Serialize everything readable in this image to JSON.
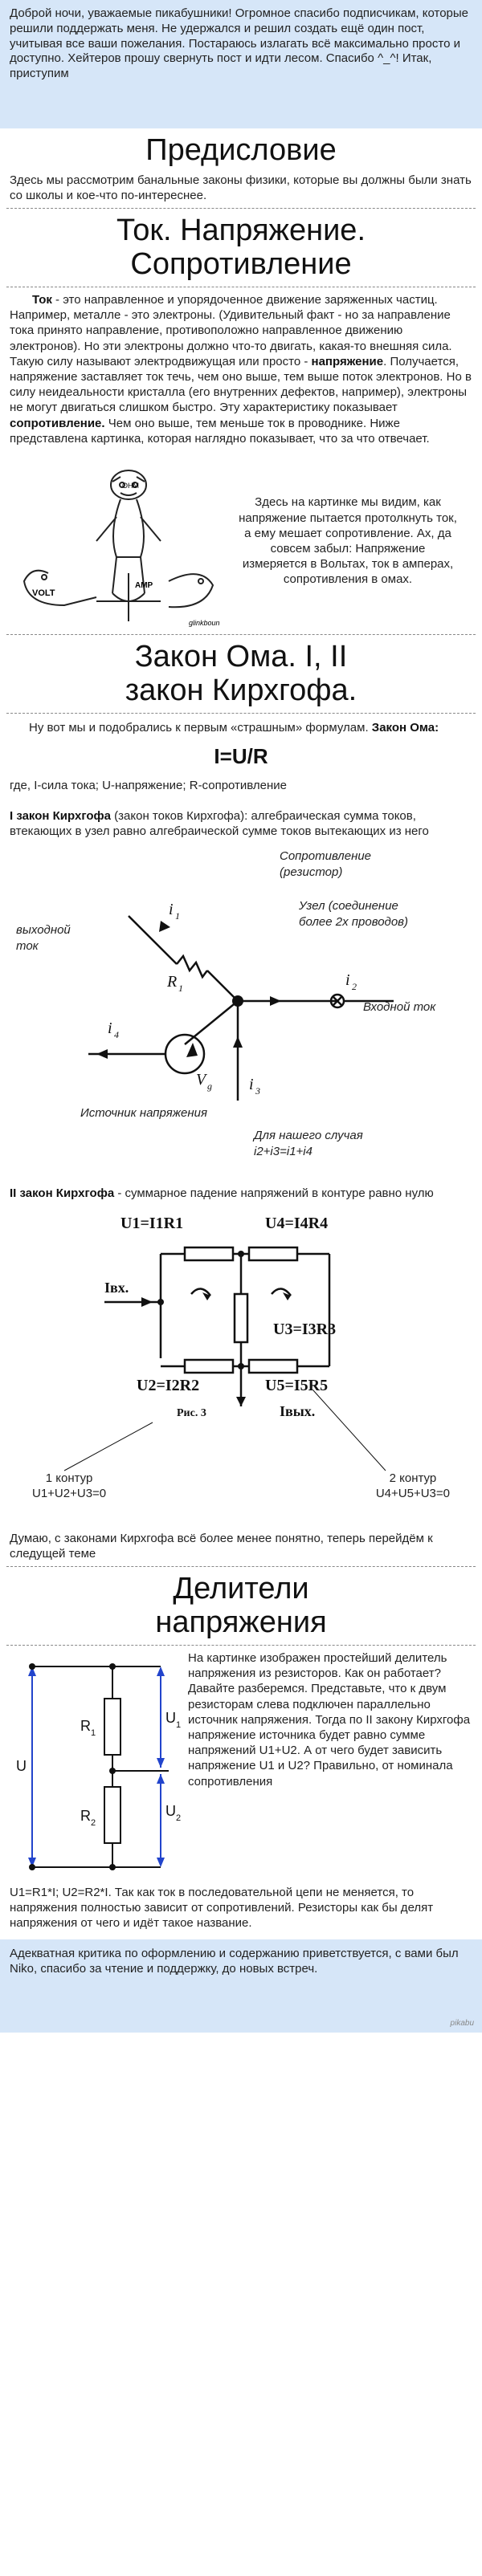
{
  "intro": "Доброй ночи, уважаемые пикабушники! Огромное спасибо подписчикам, которые решили поддержать меня. Не удержался и решил создать ещё один пост, учитывая все ваши пожелания. Постараюсь излагать всё максимально просто и доступно. Хейтеров прошу свернуть пост и идти лесом. Спасибо ^_^! Итак, приступим",
  "preface": {
    "title": "Предисловие",
    "text": "Здесь мы рассмотрим банальные законы физики, которые вы должны были знать со школы и кое-что по-интереснее."
  },
  "current": {
    "title": "Ток. Напряжение. Сопротивление",
    "w_tok": "Ток",
    "p1": " - это направленное и упорядоченное движение заряженных частиц. Например, металле - это электроны. (Удивительный факт - но за направление тока принято направление, противоположно направленное движению электронов). Но эти электроны должно что-то двигать, какая-то внешняя сила. Такую силу называют электродвижущая или просто - ",
    "w_volt": "напряжение",
    "p2": ". Получается, напряжение заставляет ток течь, чем оно выше, тем выше поток электронов. Но в силу неидеальности кристалла (его внутренних дефектов, например), электроны не могут двигаться слишком быстро. Эту характеристику показывает ",
    "w_res": "сопротивление.",
    "p3": " Чем оно выше, тем меньше ток в проводнике. Ниже представлена картинка, которая наглядно показывает, что за что отвечает.",
    "side": "Здесь на картинке мы видим, как напряжение пытается протолкнуть ток, а ему мешает сопротивление. Ах, да совсем забыл: Напряжение измеряется в Вольтах, ток в амперах, сопротивления в омах.",
    "lbl_ohm": "OHM",
    "lbl_volt": "VOLT",
    "lbl_amp": "AMP",
    "sig": "glinkboun"
  },
  "ohm": {
    "title": "Закон Ома. I, II закон Кирхгофа.",
    "lead1": "Ну вот мы и подобрались к первым «страшным» формулам. ",
    "lead2": "Закон Ома:",
    "formula": "I=U/R",
    "legend": "где, I-сила тока; U-напряжение; R-сопротивление",
    "k1_bold": "I закон Кирхгофа",
    "k1_text": " (закон токов Кирхгофа): алгебраическая сумма токов, втекающих в узел равно алгебраической сумме токов вытекающих из него"
  },
  "k1": {
    "resistor": "Сопротивление",
    "resistor2": "(резистор)",
    "node": "Узел (соединение",
    "node2": "более 2х проводов)",
    "out": "выходной",
    "out2": "ток",
    "in": "Входной ток",
    "source": "Источник напряжения",
    "case": "Для нашего случая",
    "case2": "i2+i3=i1+i4",
    "i1": "i",
    "i1s": "1",
    "i2": "i",
    "i2s": "2",
    "i3": "i",
    "i3s": "3",
    "i4": "i",
    "i4s": "4",
    "r1": "R",
    "r1s": "1",
    "vg": "V",
    "vgs": "g"
  },
  "k2": {
    "bold": "II закон Кирхгофа",
    "text": " - суммарное падение напряжений в контуре равно нулю",
    "u1": "U1=I1R1",
    "u4": "U4=I4R4",
    "u3": "U3=I3R3",
    "u2": "U2=I2R2",
    "u5": "U5=I5R5",
    "ivh": "Iвх.",
    "ivyh": "Iвых.",
    "ris": "Рис. 3",
    "c1": "1 контур",
    "c1e": "U1+U2+U3=0",
    "c2": "2 контур",
    "c2e": "U4+U5+U3=0",
    "after": "Думаю, с законами Кирхгофа всё более менее понятно, теперь перейдём к следущей теме"
  },
  "divider": {
    "title": "Делители напряжения",
    "side": "На картинке изображен простейший делитель напряжения из резисторов. Как он работает? Давайте разберемся. Представьте, что к двум резисторам слева подключен параллельно источник напряжения. Тогда по II закону Кирхгофа напряжение источника будет равно сумме напряжений U1+U2. А от чего будет зависить напряжение U1 и U2? Правильно, от номинала сопротивления",
    "bottom": "U1=R1*I; U2=R2*I. Так как ток в последовательной цепи не меняется, то напряжения полностью зависит от сопротивлений. Резисторы как бы делят напряжения от чего и идёт такое название.",
    "u": "U",
    "r1": "R",
    "r1s": "1",
    "r2": "R",
    "r2s": "2",
    "u1": "U",
    "u1s": "1",
    "u2": "U",
    "u2s": "2"
  },
  "footer": {
    "text": "Адекватная критика по оформлению и содержанию приветствуется, с вами был Niko, спасибо за чтение и поддержку, до новых встреч.",
    "watermark": "pikabu"
  },
  "colors": {
    "bg_blue": "#d6e6f8",
    "wire_blue": "#2244cc"
  }
}
